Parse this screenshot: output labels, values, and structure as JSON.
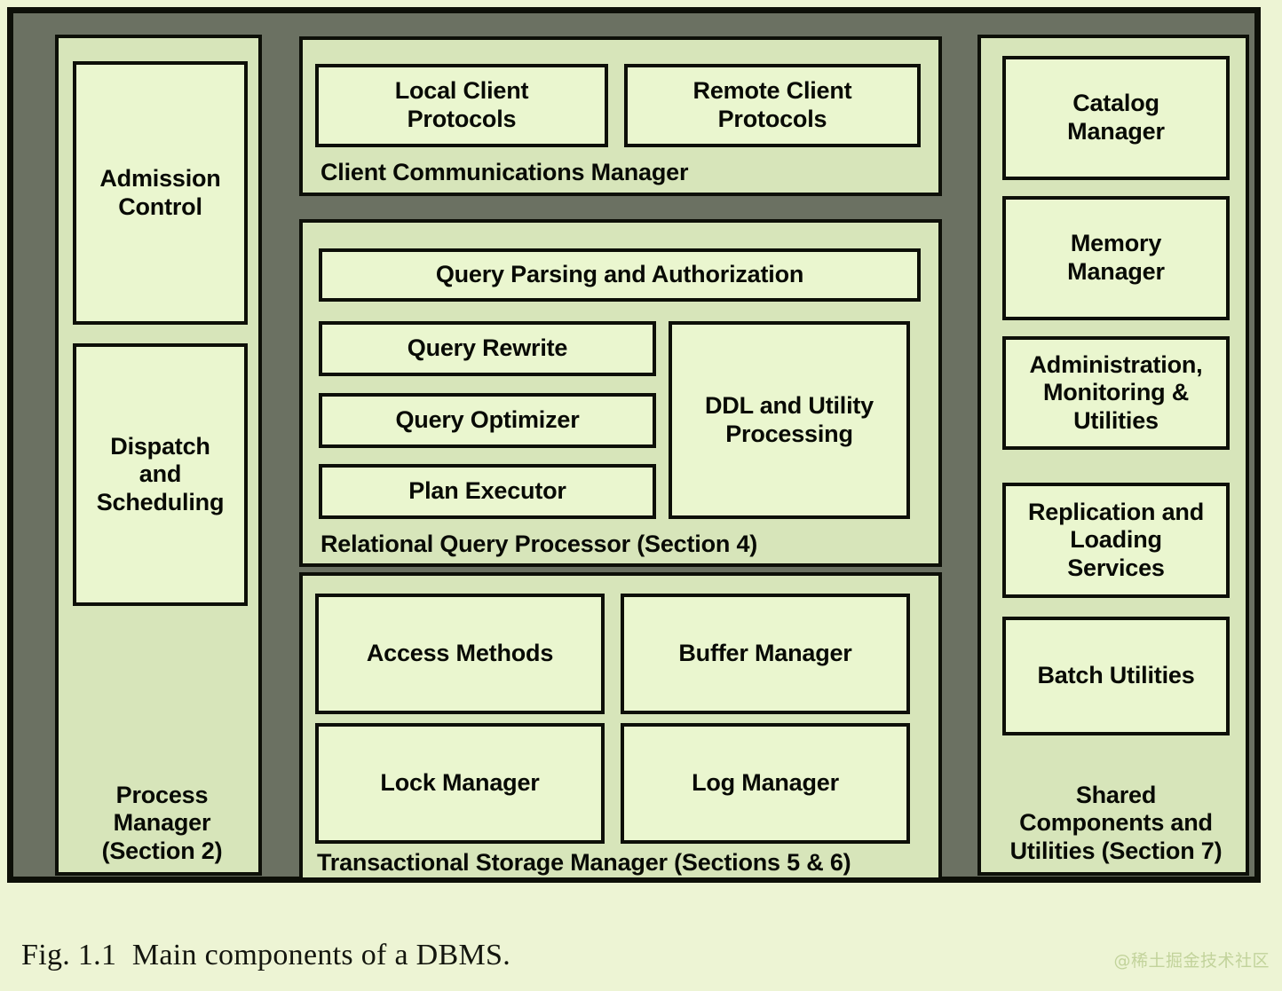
{
  "figure": {
    "caption": "Fig. 1.1  Main components of a DBMS.",
    "watermark": "@稀土掘金技术社区"
  },
  "colors": {
    "page_background": "#edf4d4",
    "frame_background": "#6b7162",
    "frame_border": "#0d0f08",
    "group_background": "#d7e5ba",
    "box_background": "#eaf6cf",
    "box_border": "#0d0f08",
    "text": "#080a05",
    "caption_text": "#13150e",
    "watermark_text": "#c2d39b"
  },
  "diagram": {
    "type": "block-architecture",
    "columns": [
      {
        "id": "process-manager",
        "label": "Process\nManager\n(Section 2)",
        "boxes": [
          {
            "id": "admission-control",
            "label": "Admission\nControl"
          },
          {
            "id": "dispatch-and-scheduling",
            "label": "Dispatch\nand\nScheduling"
          }
        ]
      },
      {
        "id": "middle-column",
        "groups": [
          {
            "id": "client-communications-manager",
            "label": "Client Communications Manager",
            "boxes": [
              {
                "id": "local-client-protocols",
                "label": "Local Client\nProtocols"
              },
              {
                "id": "remote-client-protocols",
                "label": "Remote Client\nProtocols"
              }
            ]
          },
          {
            "id": "relational-query-processor",
            "label": "Relational Query Processor (Section 4)",
            "boxes": [
              {
                "id": "query-parsing-and-authorization",
                "label": "Query Parsing and Authorization"
              },
              {
                "id": "query-rewrite",
                "label": "Query Rewrite"
              },
              {
                "id": "query-optimizer",
                "label": "Query Optimizer"
              },
              {
                "id": "plan-executor",
                "label": "Plan Executor"
              },
              {
                "id": "ddl-and-utility-processing",
                "label": "DDL and Utility\nProcessing"
              }
            ]
          },
          {
            "id": "transactional-storage-manager",
            "label": "Transactional Storage Manager (Sections 5 & 6)",
            "boxes": [
              {
                "id": "access-methods",
                "label": "Access Methods"
              },
              {
                "id": "buffer-manager",
                "label": "Buffer Manager"
              },
              {
                "id": "lock-manager",
                "label": "Lock Manager"
              },
              {
                "id": "log-manager",
                "label": "Log Manager"
              }
            ]
          }
        ]
      },
      {
        "id": "shared-components-and-utilities",
        "label": "Shared\nComponents and\nUtilities (Section 7)",
        "boxes": [
          {
            "id": "catalog-manager",
            "label": "Catalog\nManager"
          },
          {
            "id": "memory-manager",
            "label": "Memory\nManager"
          },
          {
            "id": "administration-monitoring-utilities",
            "label": "Administration,\nMonitoring &\nUtilities"
          },
          {
            "id": "replication-and-loading-services",
            "label": "Replication and\nLoading\nServices"
          },
          {
            "id": "batch-utilities",
            "label": "Batch Utilities"
          }
        ]
      }
    ]
  }
}
